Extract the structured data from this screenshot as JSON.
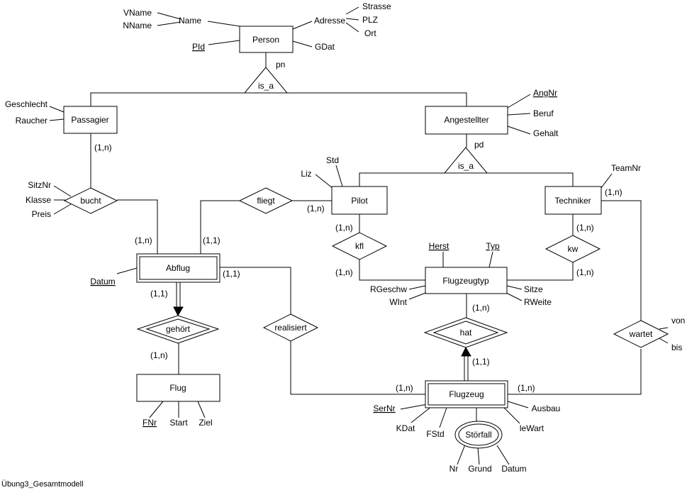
{
  "diagram": {
    "entities": {
      "person": "Person",
      "passagier": "Passagier",
      "angestellter": "Angestellter",
      "pilot": "Pilot",
      "techniker": "Techniker",
      "abflug": "Abflug",
      "flugzeugtyp": "Flugzeugtyp",
      "flug": "Flug",
      "flugzeug": "Flugzeug"
    },
    "relationships": {
      "isa_top": "is_a",
      "isa_mid": "is_a",
      "bucht": "bucht",
      "fliegt": "fliegt",
      "kfl": "kfl",
      "kw": "kw",
      "gehoert": "gehört",
      "realisiert": "realisiert",
      "hat": "hat",
      "wartet": "wartet"
    },
    "attributes": {
      "vname": "VName",
      "nname": "NName",
      "name": "Name",
      "adresse": "Adresse",
      "strasse": "Strasse",
      "plz": "PLZ",
      "ort": "Ort",
      "pid": "PId",
      "gdat": "GDat",
      "geschlecht": "Geschlecht",
      "raucher": "Raucher",
      "angnr": "AngNr",
      "beruf": "Beruf",
      "gehalt": "Gehalt",
      "std": "Std",
      "liz": "Liz",
      "teamnr": "TeamNr",
      "sitznr": "SitzNr",
      "klasse": "Klasse",
      "preis": "Preis",
      "datum_abflug": "Datum",
      "herst": "Herst",
      "typ": "Typ",
      "rgeschw": "RGeschw",
      "wint": "WInt",
      "sitze": "Sitze",
      "rweite": "RWeite",
      "fnr": "FNr",
      "start": "Start",
      "ziel": "Ziel",
      "sernr": "SerNr",
      "kdat": "KDat",
      "fstd": "FStd",
      "lewart": "leWart",
      "ausbau": "Ausbau",
      "nr": "Nr",
      "grund": "Grund",
      "datum_stoerfall": "Datum",
      "von": "von",
      "bis": "bis"
    },
    "multivalued": {
      "stoerfall": "Störfall"
    },
    "isa_labels": {
      "pn": "pn",
      "pd": "pd"
    },
    "cardinalities": {
      "passagier_bucht": "(1,n)",
      "bucht_abflug": "(1,n)",
      "abflug_fliegt": "(1,1)",
      "fliegt_pilot": "(1,n)",
      "pilot_kfl": "(1,n)",
      "kfl_flugzeugtyp": "(1,n)",
      "techniker_kw": "(1,n)",
      "kw_flugzeugtyp": "(1,n)",
      "techniker_wartet": "(1,n)",
      "abflug_realisiert": "(1,1)",
      "abflug_gehoert": "(1,1)",
      "gehoert_flug": "(1,n)",
      "flugzeugtyp_hat": "(1,n)",
      "hat_flugzeug": "(1,1)",
      "realisiert_flugzeug": "(1,n)",
      "flugzeug_wartet": "(1,n)"
    },
    "footer": "Übung3_Gesamtmodell"
  }
}
